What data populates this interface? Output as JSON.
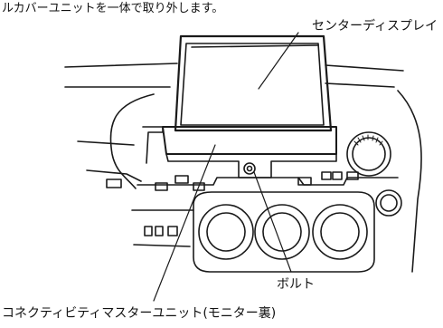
{
  "header_fragment": "ルカバーユニットを一体で取り外します。",
  "callouts": {
    "center_display": "センターディスプレイ",
    "bolt": "ボルト",
    "connectivity_unit": "コネクティビティマスターユニット(モニター裏)"
  }
}
